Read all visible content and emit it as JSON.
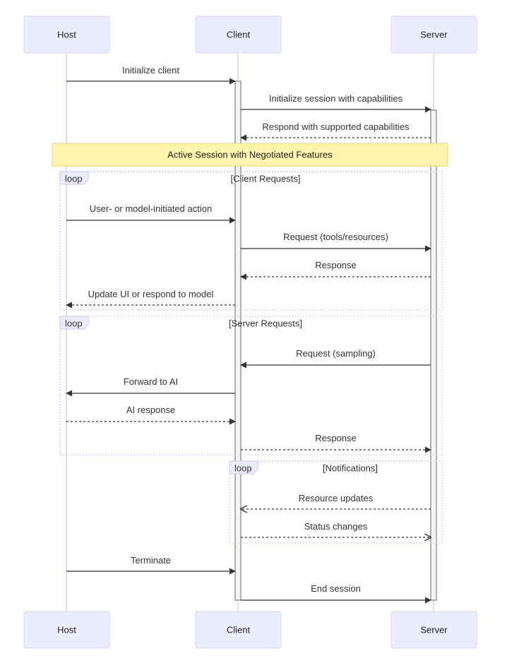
{
  "actors": [
    {
      "id": "host",
      "label": "Host"
    },
    {
      "id": "client",
      "label": "Client"
    },
    {
      "id": "server",
      "label": "Server"
    }
  ],
  "note": {
    "text": "Active Session with Negotiated Features",
    "from": "host",
    "to": "server"
  },
  "loops": [
    {
      "id": "client-requests",
      "keyword": "loop",
      "title": "[Client Requests]"
    },
    {
      "id": "server-requests",
      "keyword": "loop",
      "title": "[Server Requests]"
    },
    {
      "id": "notifications",
      "keyword": "loop",
      "title": "[Notifications]"
    }
  ],
  "messages": [
    {
      "from": "host",
      "to": "client",
      "text": "Initialize client",
      "style": "solid",
      "arrow": "filled"
    },
    {
      "from": "client",
      "to": "server",
      "text": "Initialize session with capabilities",
      "style": "solid",
      "arrow": "filled"
    },
    {
      "from": "server",
      "to": "client",
      "text": "Respond with supported capabilities",
      "style": "dashed",
      "arrow": "filled"
    },
    {
      "from": "host",
      "to": "client",
      "text": "User- or model-initiated action",
      "style": "solid",
      "arrow": "filled"
    },
    {
      "from": "client",
      "to": "server",
      "text": "Request (tools/resources)",
      "style": "solid",
      "arrow": "filled"
    },
    {
      "from": "server",
      "to": "client",
      "text": "Response",
      "style": "dashed",
      "arrow": "filled"
    },
    {
      "from": "client",
      "to": "host",
      "text": "Update UI or respond to model",
      "style": "dashed",
      "arrow": "filled"
    },
    {
      "from": "server",
      "to": "client",
      "text": "Request (sampling)",
      "style": "solid",
      "arrow": "filled"
    },
    {
      "from": "client",
      "to": "host",
      "text": "Forward to AI",
      "style": "solid",
      "arrow": "filled"
    },
    {
      "from": "host",
      "to": "client",
      "text": "AI response",
      "style": "dashed",
      "arrow": "filled"
    },
    {
      "from": "client",
      "to": "server",
      "text": "Response",
      "style": "dashed",
      "arrow": "filled"
    },
    {
      "from": "server",
      "to": "client",
      "text": "Resource updates",
      "style": "dashed",
      "arrow": "open"
    },
    {
      "from": "client",
      "to": "server",
      "text": "Status changes",
      "style": "dashed",
      "arrow": "open"
    },
    {
      "from": "host",
      "to": "client",
      "text": "Terminate",
      "style": "solid",
      "arrow": "filled"
    },
    {
      "from": "client",
      "to": "server",
      "text": "End session",
      "style": "solid",
      "arrow": "filled"
    }
  ]
}
